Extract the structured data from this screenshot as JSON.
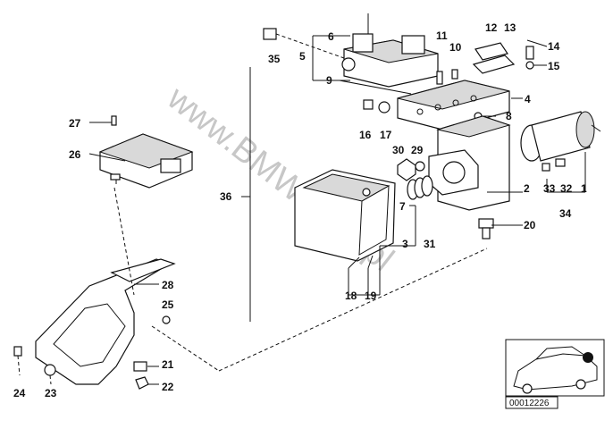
{
  "watermark": "www.BMWstore.pl",
  "diagram_id": "00012226",
  "callouts": [
    "1",
    "2",
    "3",
    "4",
    "5",
    "6",
    "7",
    "8",
    "9",
    "10",
    "11",
    "12",
    "13",
    "14",
    "15",
    "16",
    "17",
    "18",
    "19",
    "20",
    "21",
    "22",
    "23",
    "24",
    "25",
    "26",
    "27",
    "28",
    "29",
    "30",
    "31",
    "32",
    "33",
    "34",
    "35",
    "36"
  ]
}
